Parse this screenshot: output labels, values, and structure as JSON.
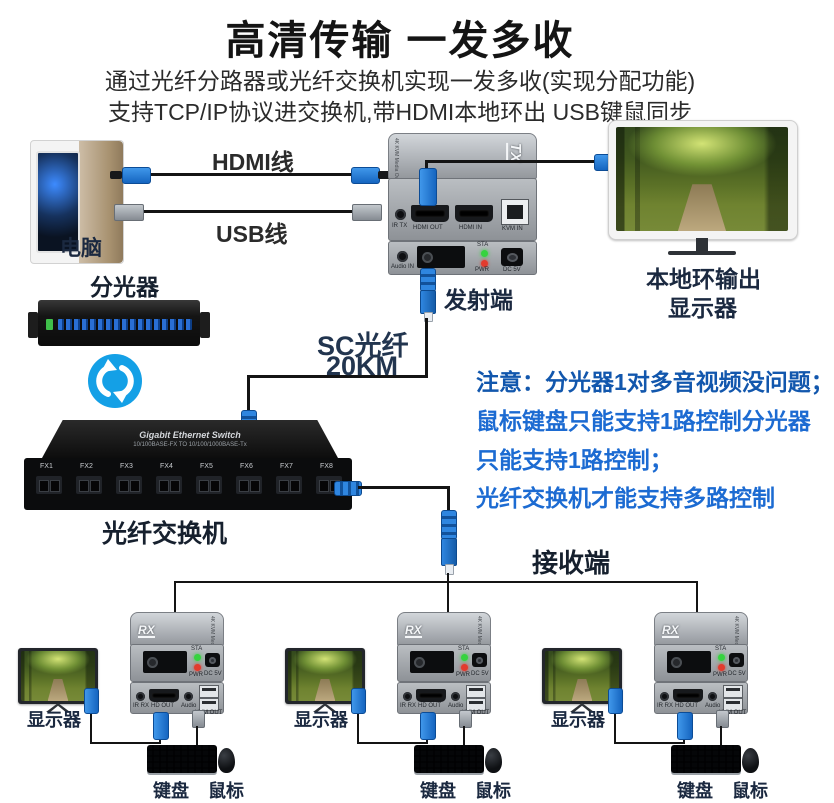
{
  "header": {
    "title": "高清传输 一发多收",
    "subtitle_line1": "通过光纤分路器或光纤交换机实现一发多收(实现分配功能)",
    "subtitle_line2": "支持TCP/IP协议进交换机,带HDMI本地环出 USB键鼠同步"
  },
  "source": {
    "computer_label": "电脑",
    "hdmi_cable_label": "HDMI线",
    "usb_cable_label": "USB线"
  },
  "transmitter": {
    "device_name": "TX",
    "side_text": "4K KVM Media Over TCP/IP",
    "label": "发射端",
    "ports": {
      "ir": "IR TX",
      "hdmi_out": "HDMI OUT",
      "hdmi_in": "HDMI IN",
      "kvm_in": "KVM IN",
      "audio_in": "Audio IN",
      "sta": "STA",
      "pwr": "PWR",
      "dc": "DC 5V"
    }
  },
  "loopout_monitor": {
    "label_line1": "本地环输出",
    "label_line2": "显示器"
  },
  "splitter": {
    "label": "分光器"
  },
  "fiber_link": {
    "label_line1": "SC光纤",
    "label_line2": "20KM"
  },
  "switch": {
    "label": "光纤交换机",
    "top_text1": "Gigabit Ethernet Switch",
    "top_text2": "10/100BASE-FX TO 10/100/1000BASE-Tx",
    "ports": [
      "FX1",
      "FX2",
      "FX3",
      "FX4",
      "FX5",
      "FX6",
      "FX7",
      "FX8"
    ]
  },
  "note": {
    "lines": [
      "注意：分光器1对多音视频没问题；",
      "鼠标键盘只能支持1路控制分光器",
      "只能支持1路控制；",
      "光纤交换机才能支持多路控制"
    ]
  },
  "receiver": {
    "section_label": "接收端",
    "device_name": "RX",
    "side_text": "4K KVM Media Over TCP/IP",
    "ports": {
      "sta": "STA",
      "pwr": "PWR",
      "dc": "DC 5V",
      "ir": "IR RX",
      "hdmi_out": "HD OUT",
      "audio": "Audio",
      "kvm_out": "KVM OUT"
    },
    "groups": [
      {
        "monitor": "显示器",
        "keyboard": "键盘",
        "mouse": "鼠标"
      },
      {
        "monitor": "显示器",
        "keyboard": "键盘",
        "mouse": "鼠标"
      },
      {
        "monitor": "显示器",
        "keyboard": "键盘",
        "mouse": "鼠标"
      }
    ]
  },
  "colors": {
    "title_text": "#141414",
    "note_blue_dark": "#1257ad",
    "note_blue": "#1c6bd2",
    "label_navy": "#1b2940",
    "connector_blue": "#1565c0",
    "device_gray": "#9ca0a5",
    "led_green": "#36d33f",
    "led_red": "#e23b2e",
    "swap_icon_blue": "#14a0e6"
  }
}
